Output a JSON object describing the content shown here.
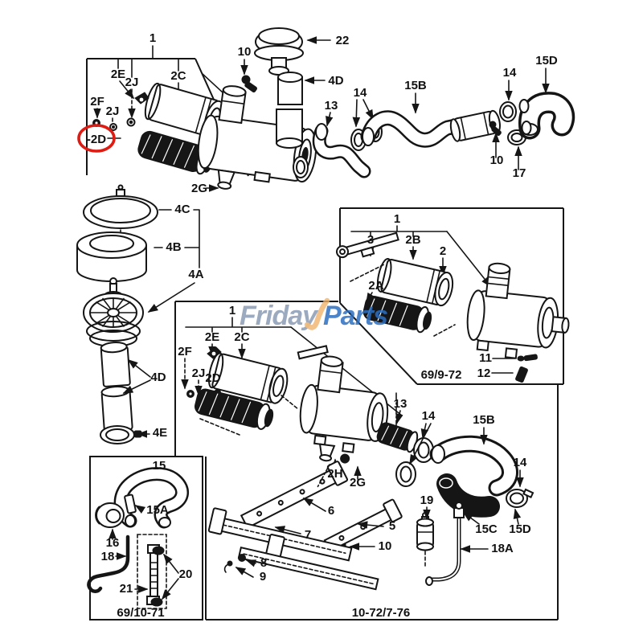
{
  "watermark": {
    "first": "Friday",
    "second": "Parts",
    "first_color": "#8a9cb5",
    "second_color": "#2d6fc1",
    "check_color": "#efb168"
  },
  "captions": {
    "box_a": "69/9-72",
    "box_b": "10-72/7-76",
    "box_c": "69/10-71"
  },
  "colors": {
    "line": "#151515",
    "highlight_red": "#dd1c14",
    "background": "#ffffff"
  },
  "part_labels": [
    {
      "text": "1"
    },
    {
      "text": "2E"
    },
    {
      "text": "2J"
    },
    {
      "text": "2C"
    },
    {
      "text": "2F"
    },
    {
      "text": "2J"
    },
    {
      "text": "-2D"
    },
    {
      "text": "2G"
    },
    {
      "text": "22"
    },
    {
      "text": "10"
    },
    {
      "text": "4D"
    },
    {
      "text": "13"
    },
    {
      "text": "14"
    },
    {
      "text": "15B"
    },
    {
      "text": "14"
    },
    {
      "text": "15D"
    },
    {
      "text": "10"
    },
    {
      "text": "17"
    },
    {
      "text": "4C"
    },
    {
      "text": "4B"
    },
    {
      "text": "4A"
    },
    {
      "text": "4D"
    },
    {
      "text": "4E"
    },
    {
      "text": "1"
    },
    {
      "text": "3"
    },
    {
      "text": "2B"
    },
    {
      "text": "2"
    },
    {
      "text": "2A"
    },
    {
      "text": "11"
    },
    {
      "text": "12"
    },
    {
      "text": "1"
    },
    {
      "text": "2E"
    },
    {
      "text": "2C"
    },
    {
      "text": "2F"
    },
    {
      "text": "2J"
    },
    {
      "text": "2D"
    },
    {
      "text": "2H"
    },
    {
      "text": "2G"
    },
    {
      "text": "13"
    },
    {
      "text": "14"
    },
    {
      "text": "15B"
    },
    {
      "text": "14"
    },
    {
      "text": "19"
    },
    {
      "text": "15C"
    },
    {
      "text": "15D"
    },
    {
      "text": "18A"
    },
    {
      "text": "6"
    },
    {
      "text": "5"
    },
    {
      "text": "7"
    },
    {
      "text": "10"
    },
    {
      "text": "8"
    },
    {
      "text": "9"
    },
    {
      "text": "15"
    },
    {
      "text": "15A"
    },
    {
      "text": "16"
    },
    {
      "text": "18"
    },
    {
      "text": "21"
    },
    {
      "text": "20"
    }
  ]
}
